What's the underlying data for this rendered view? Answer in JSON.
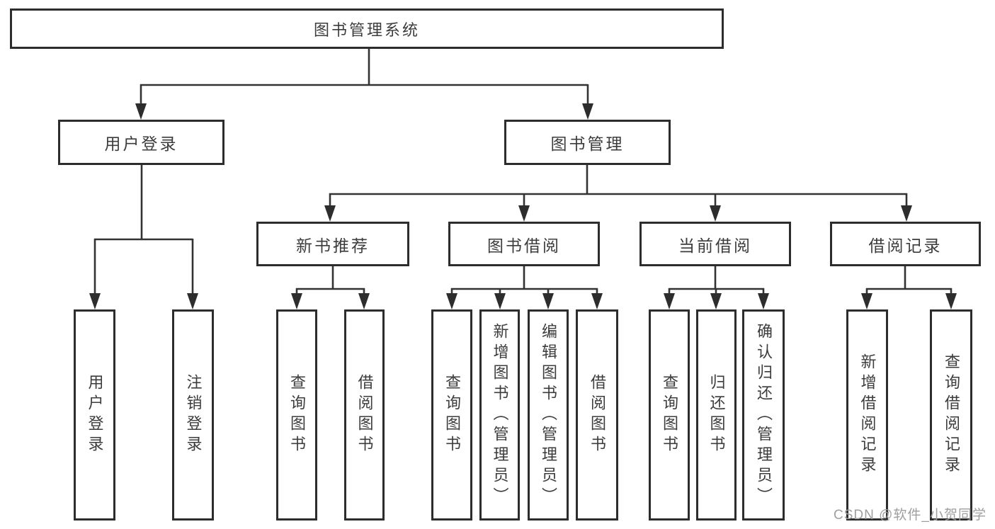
{
  "diagram": {
    "title": "图书管理系统",
    "root": {
      "label": "图书管理系统"
    },
    "level2": [
      {
        "id": "user-login",
        "label": "用户登录"
      },
      {
        "id": "book-management",
        "label": "图书管理"
      }
    ],
    "level3": [
      {
        "id": "new-book-recommend",
        "label": "新书推荐",
        "parent": "图书管理"
      },
      {
        "id": "book-borrowing",
        "label": "图书借阅",
        "parent": "图书管理"
      },
      {
        "id": "current-borrowing",
        "label": "当前借阅",
        "parent": "图书管理"
      },
      {
        "id": "borrowing-records",
        "label": "借阅记录",
        "parent": "图书管理"
      }
    ],
    "leaves": [
      {
        "id": "leaf-user-login",
        "label": "用户登录",
        "parent": "用户登录"
      },
      {
        "id": "leaf-logout",
        "label": "注销登录",
        "parent": "用户登录"
      },
      {
        "id": "leaf-query-books-a",
        "label": "查询图书",
        "parent": "新书推荐"
      },
      {
        "id": "leaf-borrow-books-a",
        "label": "借阅图书",
        "parent": "新书推荐"
      },
      {
        "id": "leaf-query-books-b",
        "label": "查询图书",
        "parent": "图书借阅"
      },
      {
        "id": "leaf-add-books",
        "label": "新增图书（管理员）",
        "parent": "图书借阅"
      },
      {
        "id": "leaf-edit-books",
        "label": "编辑图书（管理员）",
        "parent": "图书借阅"
      },
      {
        "id": "leaf-borrow-books-b",
        "label": "借阅图书",
        "parent": "图书借阅"
      },
      {
        "id": "leaf-query-books-c",
        "label": "查询图书",
        "parent": "当前借阅"
      },
      {
        "id": "leaf-return-books",
        "label": "归还图书",
        "parent": "当前借阅"
      },
      {
        "id": "leaf-confirm-return",
        "label": "确认归还（管理员）",
        "parent": "当前借阅"
      },
      {
        "id": "leaf-add-borrow-record",
        "label": "新增借阅记录",
        "parent": "借阅记录"
      },
      {
        "id": "leaf-query-borrow-record",
        "label": "查询借阅记录",
        "parent": "借阅记录"
      }
    ]
  },
  "watermark": {
    "text": "CSDN @软件_小贺同学"
  },
  "colors": {
    "background": "#ffffff",
    "line": "#333333",
    "box_border": "#2d2d2d",
    "text": "#3c3c3c",
    "watermark": "#9f9f9f"
  }
}
